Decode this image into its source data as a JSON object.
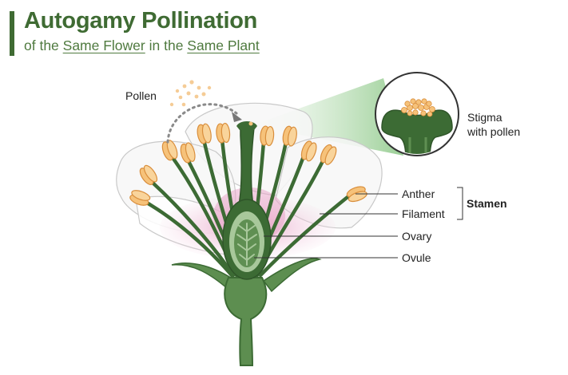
{
  "title": "Autogamy Pollination",
  "subtitle": {
    "part1": "of the ",
    "link1": "Same Flower",
    "part2": " in the ",
    "link2": "Same Plant"
  },
  "labels": {
    "pollen": "Pollen",
    "stigma_line1": "Stigma",
    "stigma_line2": "with pollen",
    "anther": "Anther",
    "filament": "Filament",
    "stamen": "Stamen",
    "ovary": "Ovary",
    "ovule": "Ovule"
  },
  "colors": {
    "title": "#3f6b33",
    "stem_dark": "#3c6b34",
    "stem_light": "#5f8f52",
    "anther": "#f6c27a",
    "petal_pink": "#e9a9c8",
    "zoom_green": "#9fd19a"
  }
}
